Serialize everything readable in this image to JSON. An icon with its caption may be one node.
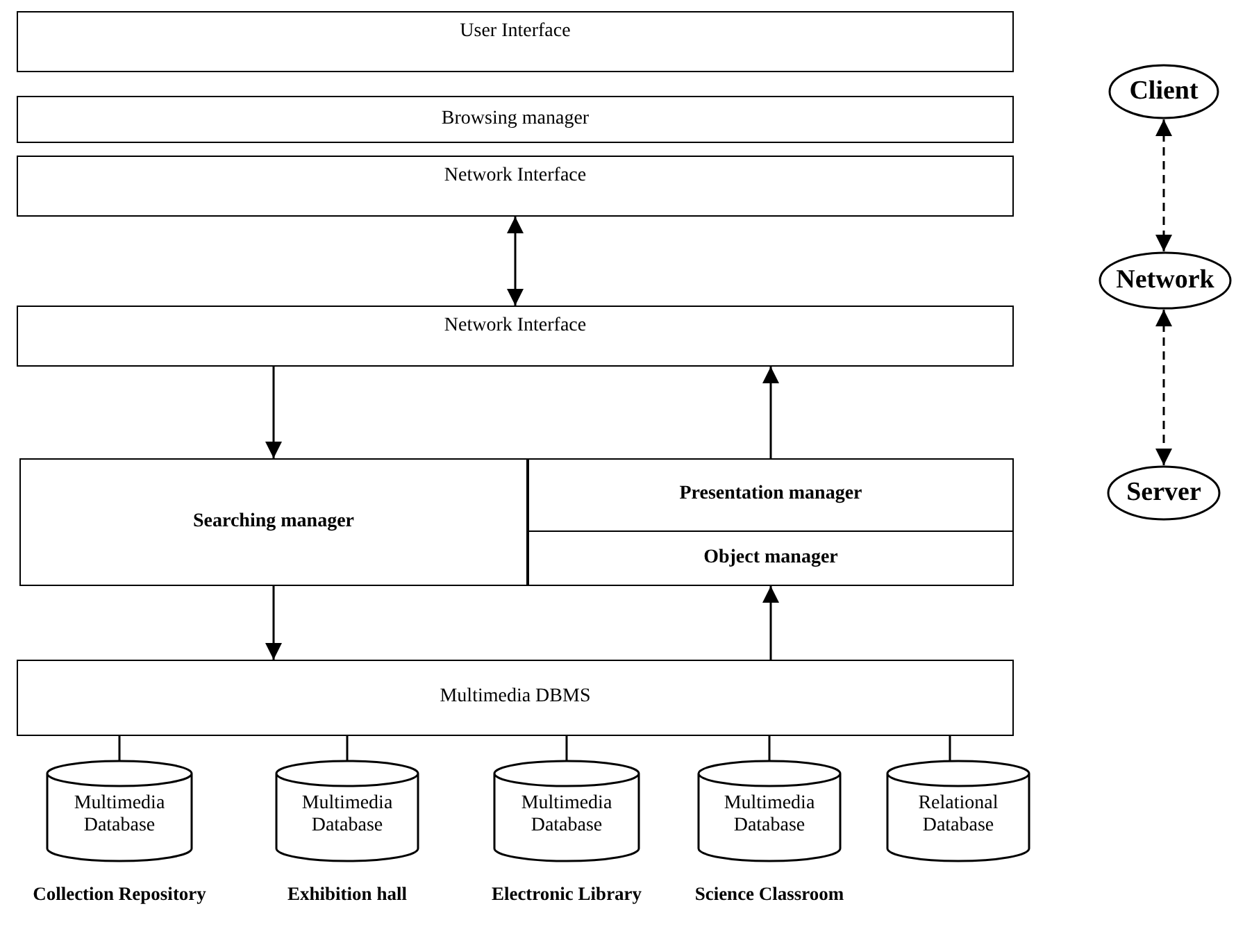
{
  "diagram": {
    "nodes": [
      {
        "text": [
          "User Interface"
        ]
      },
      {
        "text": [
          "Browsing manager"
        ]
      },
      {
        "text": [
          "Network Interface"
        ]
      },
      {
        "text": [
          "Network Interface"
        ]
      },
      {
        "text": [
          "Searching manager"
        ]
      },
      {
        "text": [
          "Presentation manager"
        ]
      },
      {
        "text": [
          "Object manager"
        ]
      },
      {
        "text": [
          "Multimedia DBMS"
        ]
      },
      {
        "text": [
          "Multimedia Database"
        ],
        "beside": [
          "Collection Repository"
        ]
      },
      {
        "text": [
          "Multimedia Database"
        ],
        "beside": [
          "Exhibition hall"
        ]
      },
      {
        "text": [
          "Multimedia Database"
        ],
        "beside": [
          "Electronic Library"
        ]
      },
      {
        "text": [
          "Multimedia Database"
        ],
        "beside": [
          "Science Classroom"
        ]
      },
      {
        "text": [
          "Relational Database"
        ]
      },
      {
        "text": [
          "Client"
        ]
      },
      {
        "text": [
          "Network"
        ]
      },
      {
        "text": [
          "Server"
        ]
      }
    ],
    "edges": [
      {
        "from": 2,
        "to": 3,
        "arrow": "both"
      },
      {
        "from": 3,
        "to": 4,
        "arrow": "to"
      },
      {
        "from": 5,
        "to": 3,
        "arrow": "to"
      },
      {
        "from": 4,
        "to": 7,
        "arrow": "to"
      },
      {
        "from": 7,
        "to": 6,
        "arrow": "to"
      },
      {
        "from": 7,
        "to": 8,
        "arrow": "none"
      },
      {
        "from": 7,
        "to": 9,
        "arrow": "none"
      },
      {
        "from": 7,
        "to": 10,
        "arrow": "none"
      },
      {
        "from": 7,
        "to": 11,
        "arrow": "none"
      },
      {
        "from": 7,
        "to": 12,
        "arrow": "none"
      },
      {
        "from": 13,
        "to": 14,
        "arrow": "both",
        "style": "dashed"
      },
      {
        "from": 14,
        "to": 15,
        "arrow": "both",
        "style": "dashed"
      }
    ]
  }
}
